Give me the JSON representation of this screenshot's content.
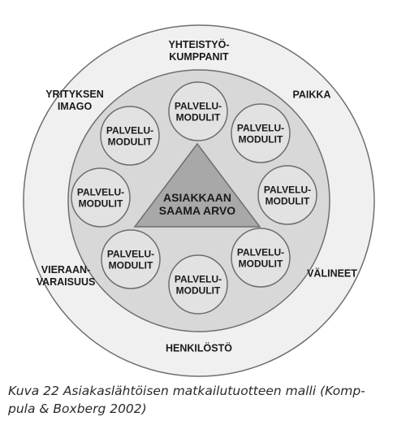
{
  "diagram": {
    "outer_labels": [
      {
        "key": "yhteistyokumppanit",
        "lines": [
          "YHTEISTYÖ-",
          "KUMPPANIT"
        ]
      },
      {
        "key": "paikka",
        "lines": [
          "PAIKKA"
        ]
      },
      {
        "key": "valineet",
        "lines": [
          "VÄLINEET"
        ]
      },
      {
        "key": "henkilosto",
        "lines": [
          "HENKILÖSTÖ"
        ]
      },
      {
        "key": "vieraanvaraisuus",
        "lines": [
          "VIERAAN-",
          "VARAISUUS"
        ]
      },
      {
        "key": "yrityksen-imago",
        "lines": [
          "YRITYKSEN",
          "IMAGO"
        ]
      }
    ],
    "modules": [
      {
        "lines": [
          "PALVELU-",
          "MODULIT"
        ]
      },
      {
        "lines": [
          "PALVELU-",
          "MODULIT"
        ]
      },
      {
        "lines": [
          "PALVELU-",
          "MODULIT"
        ]
      },
      {
        "lines": [
          "PALVELU-",
          "MODULIT"
        ]
      },
      {
        "lines": [
          "PALVELU-",
          "MODULIT"
        ]
      },
      {
        "lines": [
          "PALVELU-",
          "MODULIT"
        ]
      },
      {
        "lines": [
          "PALVELU-",
          "MODULIT"
        ]
      },
      {
        "lines": [
          "PALVELU-",
          "MODULIT"
        ]
      }
    ],
    "center": {
      "lines": [
        "ASIAKKAAN",
        "SAAMA ARVO"
      ]
    },
    "colors": {
      "outer_fill": "#f0f0f0",
      "middle_fill": "#d8d8d8",
      "module_fill": "#e2e2e2",
      "triangle_fill": "#a8a8a8",
      "stroke": "#6e6e6e"
    }
  },
  "caption": {
    "line1": "Kuva 22 Asiakaslähtöisen matkailutuotteen malli (Komp-",
    "line2": "pula & Boxberg 2002)"
  }
}
